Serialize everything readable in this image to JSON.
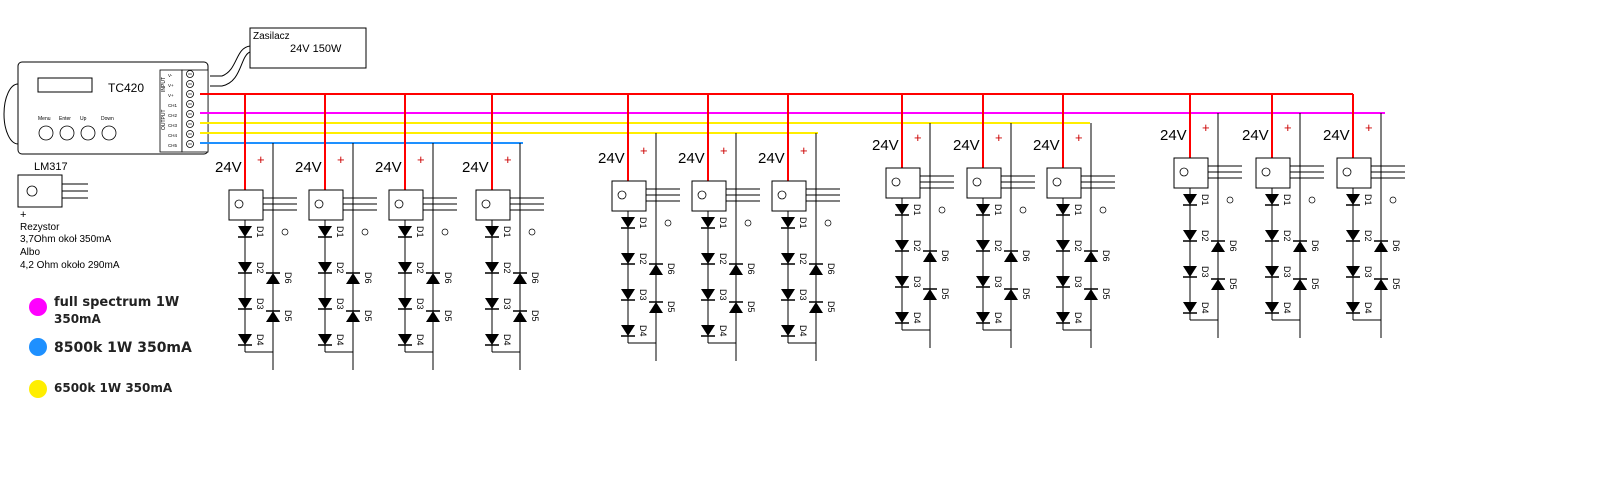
{
  "controller": {
    "name": "TC420",
    "buttons": [
      "Menu",
      "Enter",
      "Up",
      "Down"
    ],
    "input_label": "INPUT",
    "output_label": "OUTPUT",
    "terminals": [
      "V-",
      "V+",
      "V+",
      "CH1",
      "CH2",
      "CH3",
      "CH4",
      "CH5"
    ]
  },
  "power_supply": {
    "title": "Zasilacz",
    "rating": "24V 150W"
  },
  "regulator": {
    "name": "LM317",
    "plus": "+",
    "notes": [
      "Rezystor",
      "3,7Ohm okoł 350mA",
      "Albo",
      "4,2 Ohm około 290mA"
    ]
  },
  "legend": [
    {
      "label": "full  spectrum 1W",
      "label2": "350mA",
      "color": "#ff00ff"
    },
    {
      "label": "8500k 1W 350mA",
      "label2": "",
      "color": "#1e90ff"
    },
    {
      "label": "6500k 1W 350mA",
      "label2": "",
      "color": "#ffee00"
    }
  ],
  "wire_colors": {
    "power": "#ff0000",
    "full_spectrum": "#ff00ff",
    "k6500": "#ffee00",
    "k8500": "#1e90ff",
    "ground": "#000000"
  },
  "module_voltage": "24V",
  "module_plus": "+",
  "diode_labels": [
    "D1",
    "D2",
    "D3",
    "D4",
    "D5",
    "D6"
  ],
  "groups": [
    {
      "channel": "k8500",
      "count": 4
    },
    {
      "channel": "k6500",
      "count": 3
    },
    {
      "channel": "k6500",
      "count": 3
    },
    {
      "channel": "full_spectrum",
      "count": 3
    }
  ]
}
